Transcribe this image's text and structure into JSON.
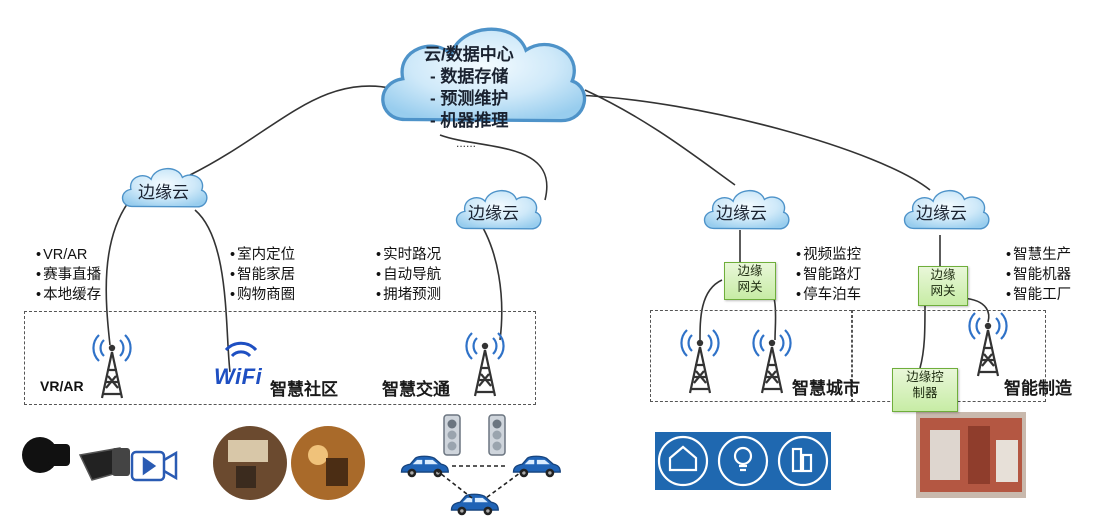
{
  "central_cloud": {
    "title": "云/数据中心",
    "items": [
      "- 数据存储",
      "- 预测维护",
      "- 机器推理"
    ],
    "ellipsis": "......"
  },
  "edge_cloud_label": "边缘云",
  "groups": [
    {
      "bullets": [
        "VR/AR",
        "赛事直播",
        "本地缓存"
      ],
      "tower_label": "VR/AR"
    },
    {
      "bullets": [
        "室内定位",
        "智能家居",
        "购物商圈"
      ],
      "wifi_label": "WiFi",
      "region_label": "智慧社区"
    },
    {
      "bullets": [
        "实时路况",
        "自动导航",
        "拥堵预测"
      ],
      "region_label": "智慧交通"
    },
    {
      "bullets": [
        "视频监控",
        "智能路灯",
        "停车泊车"
      ],
      "gateway": "边缘\n网关",
      "region_label": "智慧城市"
    },
    {
      "bullets": [
        "智慧生产",
        "智能机器",
        "智能工厂"
      ],
      "gateway": "边缘\n网关",
      "controller": "边缘控\n制器",
      "region_label": "智能制造"
    }
  ],
  "colors": {
    "cloud_fill": "#bfe2f7",
    "cloud_stroke": "#4e93c9",
    "gateway_fill": "#d4f0b8",
    "dash": "#555555",
    "wifi": "#1e4fc2"
  }
}
